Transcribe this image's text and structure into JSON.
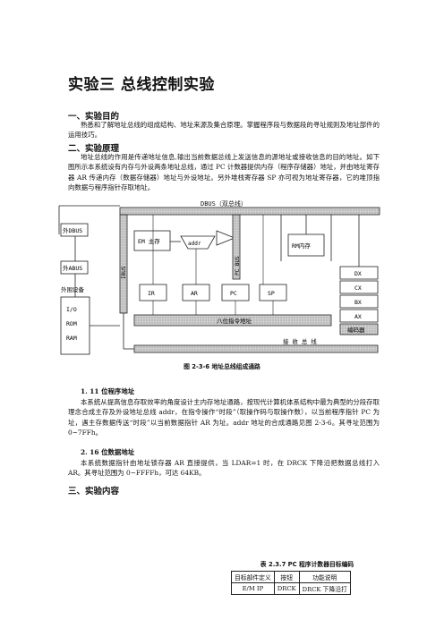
{
  "title": "实验三  总线控制实验",
  "sections": {
    "s1": "一、实验目的",
    "s1_text": "熟悉和了解地址总线的组成结构、地址来源及集合原理。掌握程序段与数据段的寻址规则及地址部件的运用技巧。",
    "s2": "二、实验原理",
    "s2_text": "地址总线的作用是传递地址信息,输出当前数据总线上发送信息的源地址或接收信息的目的地址。如下图所示本系统设有内存与外设两条地址总线，通过 PC 计数器提供内存（程序存储器）地址，并由地址寄存器 AR 传递内存（数据存储器）地址与外设地址。另外堆栈寄存器 SP 亦可视为地址寄存器，它的堆顶指向数据与程序指针存取地址。",
    "s3": "三、实验内容"
  },
  "figure": {
    "caption": "图 2-3-6    地址总线组成通路",
    "labels": {
      "dbus": "DBUS（双总线）",
      "ext_dbus": "外DBUS",
      "ext_abus": "外ABUS",
      "ext_dev": "外围设备",
      "io": "I/O",
      "rom": "ROM",
      "ram": "RAM",
      "ibus": "IBUS",
      "pcbus": "PC BUS",
      "em": "EM 主存",
      "addr": "addr",
      "rm": "RM内存",
      "ir": "IR",
      "ar": "AR",
      "pc": "PC",
      "sp": "SP",
      "dx": "DX",
      "cx": "CX",
      "bx": "BX",
      "ax": "AX",
      "bit8": "八位指令地址",
      "encoder": "编码器",
      "recv": "接 收 总 线"
    }
  },
  "subsections": {
    "a_title": "1.    11 位程序地址",
    "a_text": "本系统从提高信息存取效率的角度设计主内存地址通路，按现代计算机体系结构中最为典型的分段存取理念合成主存及外设地址总线 addr，在指令操作“时段”（取操作码与取操作数），以当前程序指针 PC 为址，遇主存数据传送“时段”以当前数据指针 AR 为址。addr 地址的合成通路见图 2-3-6。其寻址范围为 0~7FFh。",
    "b_title": "2.    16 位数据地址",
    "b_text": "本系统数据指针由地址锁存器 AR 直接提供，当 LDAR=1 时，在 DRCK 下降沿把数据总线打入 AR。其寻址范围为 0~FFFFh，可达 64KB。"
  },
  "table": {
    "caption": "表 2.3.7    PC 程序计数器目标编码",
    "header": [
      "目标部件定义",
      "按钮",
      "功能说明"
    ],
    "row1": [
      "E/M    IP",
      "DRCK",
      "DRCK 下降沿打"
    ]
  }
}
